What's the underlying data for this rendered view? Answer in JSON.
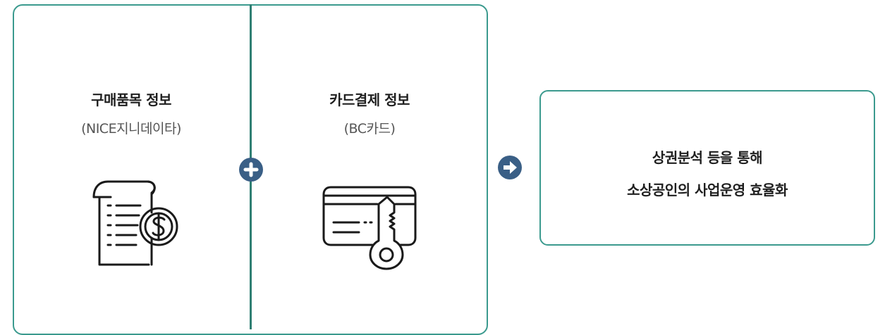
{
  "left_panel": {
    "title": "구매품목 정보",
    "subtitle": "(NICE지니데이타)",
    "icon": "receipt-dollar-icon"
  },
  "right_panel": {
    "title": "카드결제 정보",
    "subtitle": "(BC카드)",
    "icon": "card-key-icon"
  },
  "connector": {
    "plus_icon": "plus-circle-icon",
    "arrow_icon": "arrow-right-circle-icon"
  },
  "result": {
    "line1": "상권분석 등을 통해",
    "line2": "소상공인의 사업운영 효율화"
  },
  "colors": {
    "border": "#3b9a8e",
    "divider": "#2f7f73",
    "button": "#3a5f86",
    "text": "#1f1f1f",
    "subtext": "#555555"
  }
}
